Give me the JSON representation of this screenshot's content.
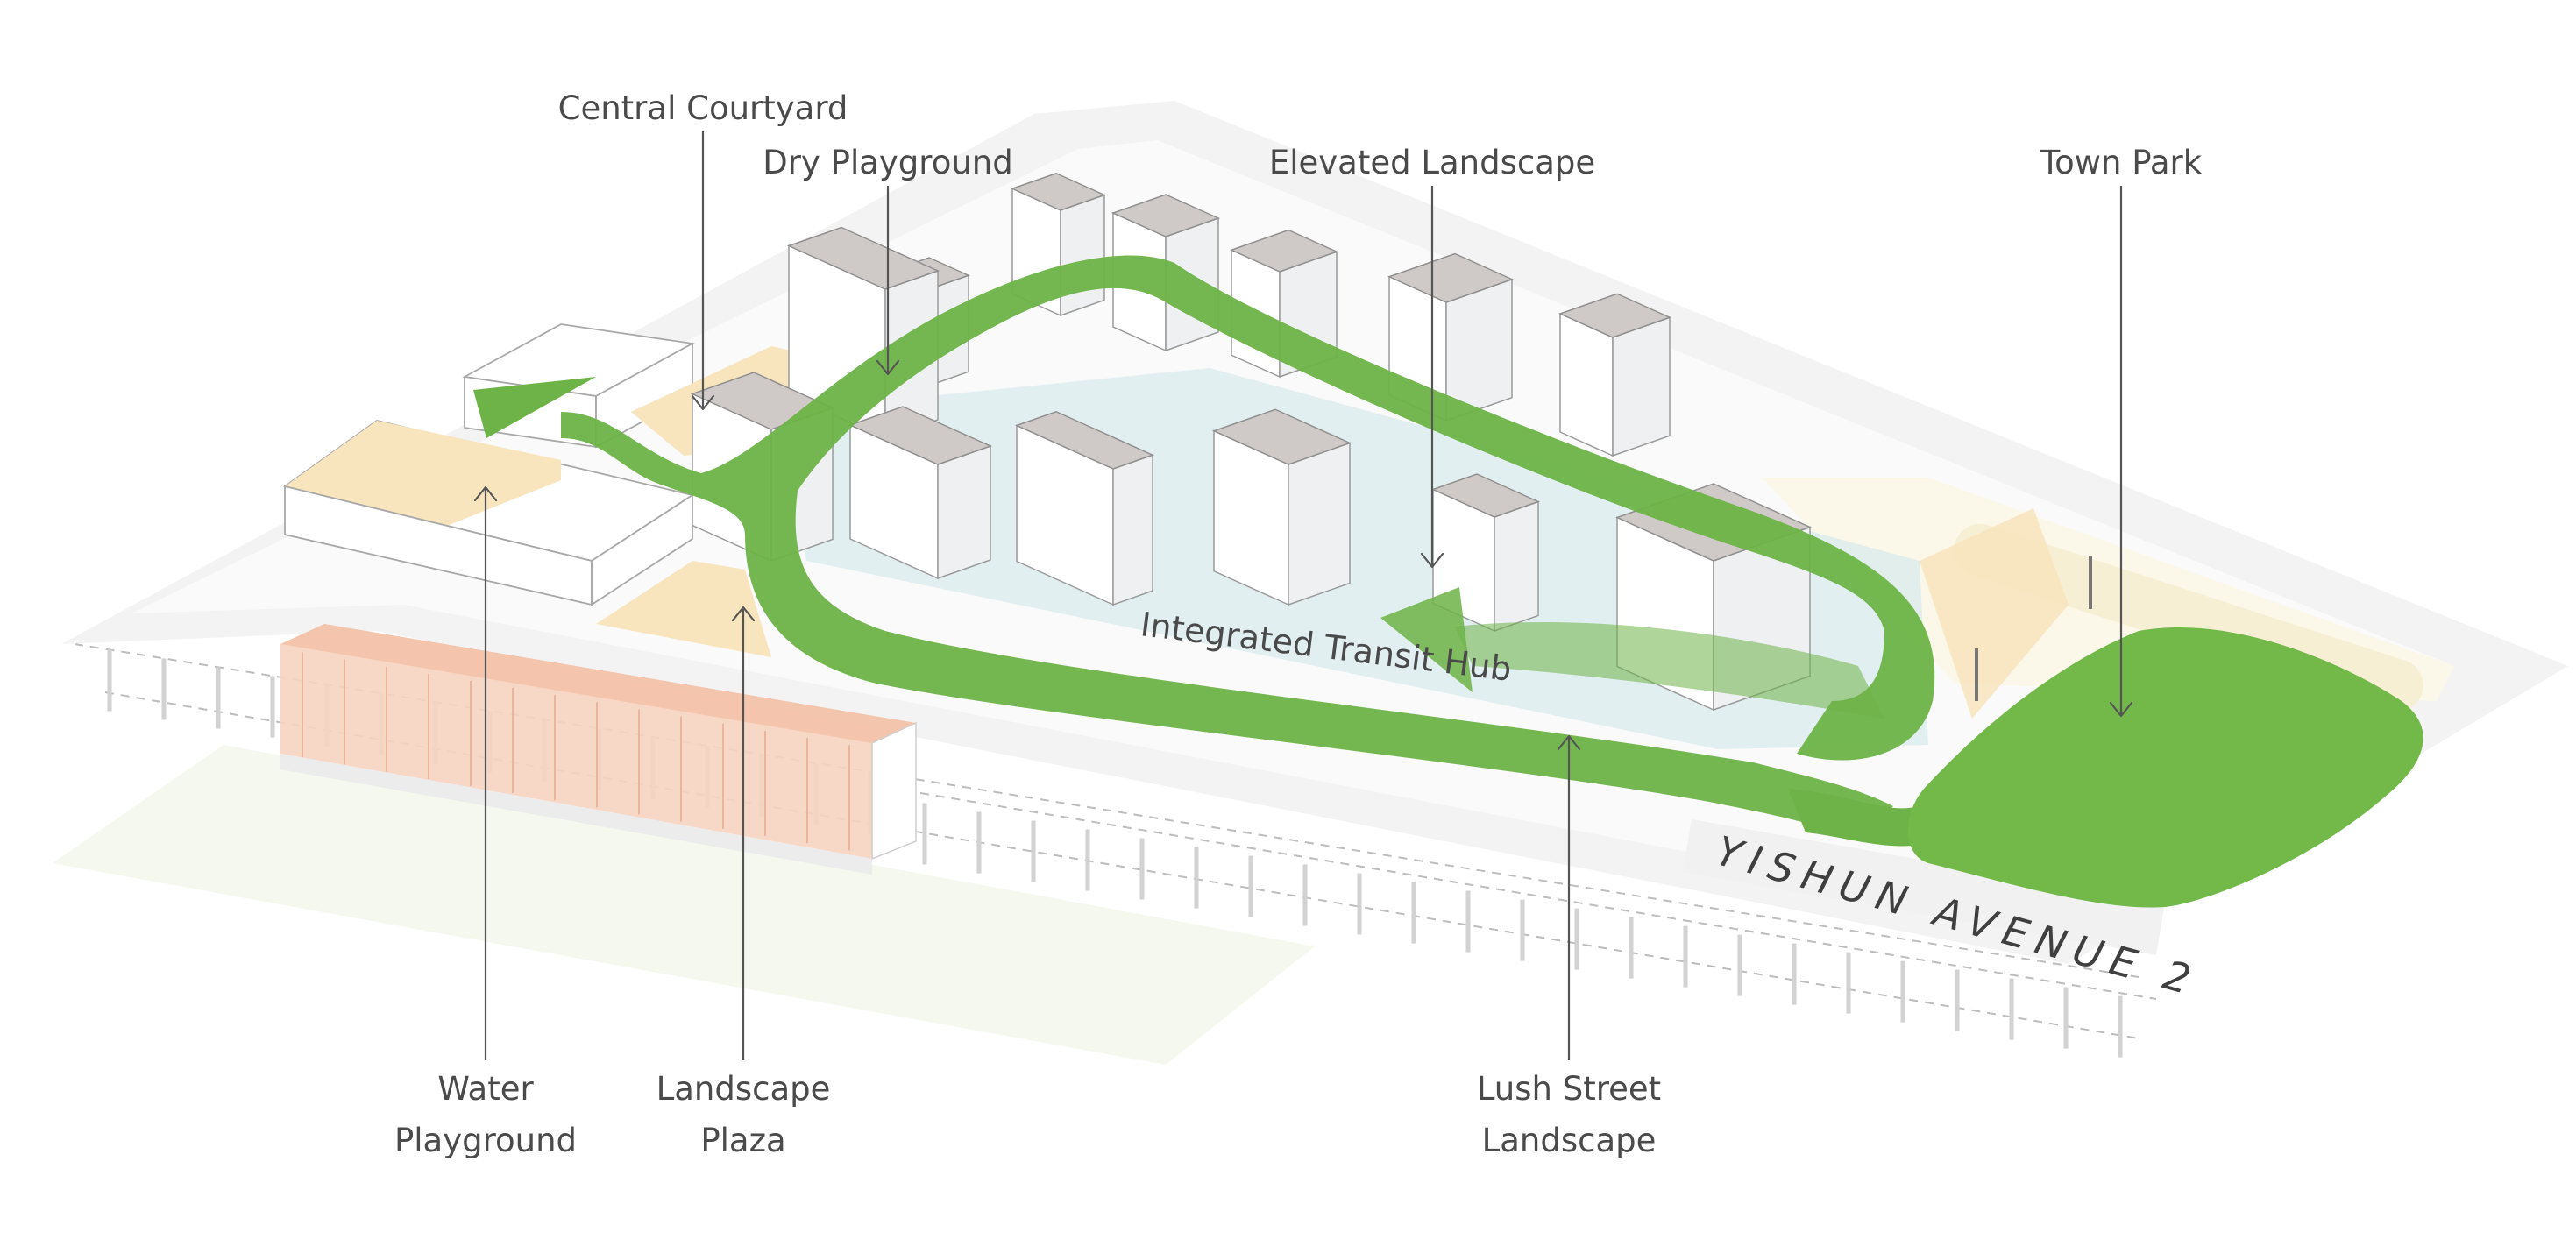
{
  "labels": {
    "central_courtyard": "Central Courtyard",
    "dry_playground": "Dry Playground",
    "elevated_landscape": "Elevated Landscape",
    "town_park": "Town Park",
    "integrated_transit_hub": "Integrated Transit Hub",
    "water_playground_1": "Water",
    "water_playground_2": "Playground",
    "landscape_plaza_1": "Landscape",
    "landscape_plaza_2": "Plaza",
    "lush_street_1": "Lush Street",
    "lush_street_2": "Landscape",
    "road_name": "YISHUN AVENUE 2"
  },
  "colors": {
    "green_route": "#6db347",
    "park_green": "#72b94a",
    "courtyard_fill": "#f8e4bd",
    "water_block": "#f3c8b0",
    "hub_floor": "#d9ebec",
    "label_text": "#4a4a4a",
    "ground": "#f1f1f1"
  },
  "icons": {
    "leader_arrow": "down-arrow-icon",
    "route_arrow": "green-arrow-icon"
  }
}
